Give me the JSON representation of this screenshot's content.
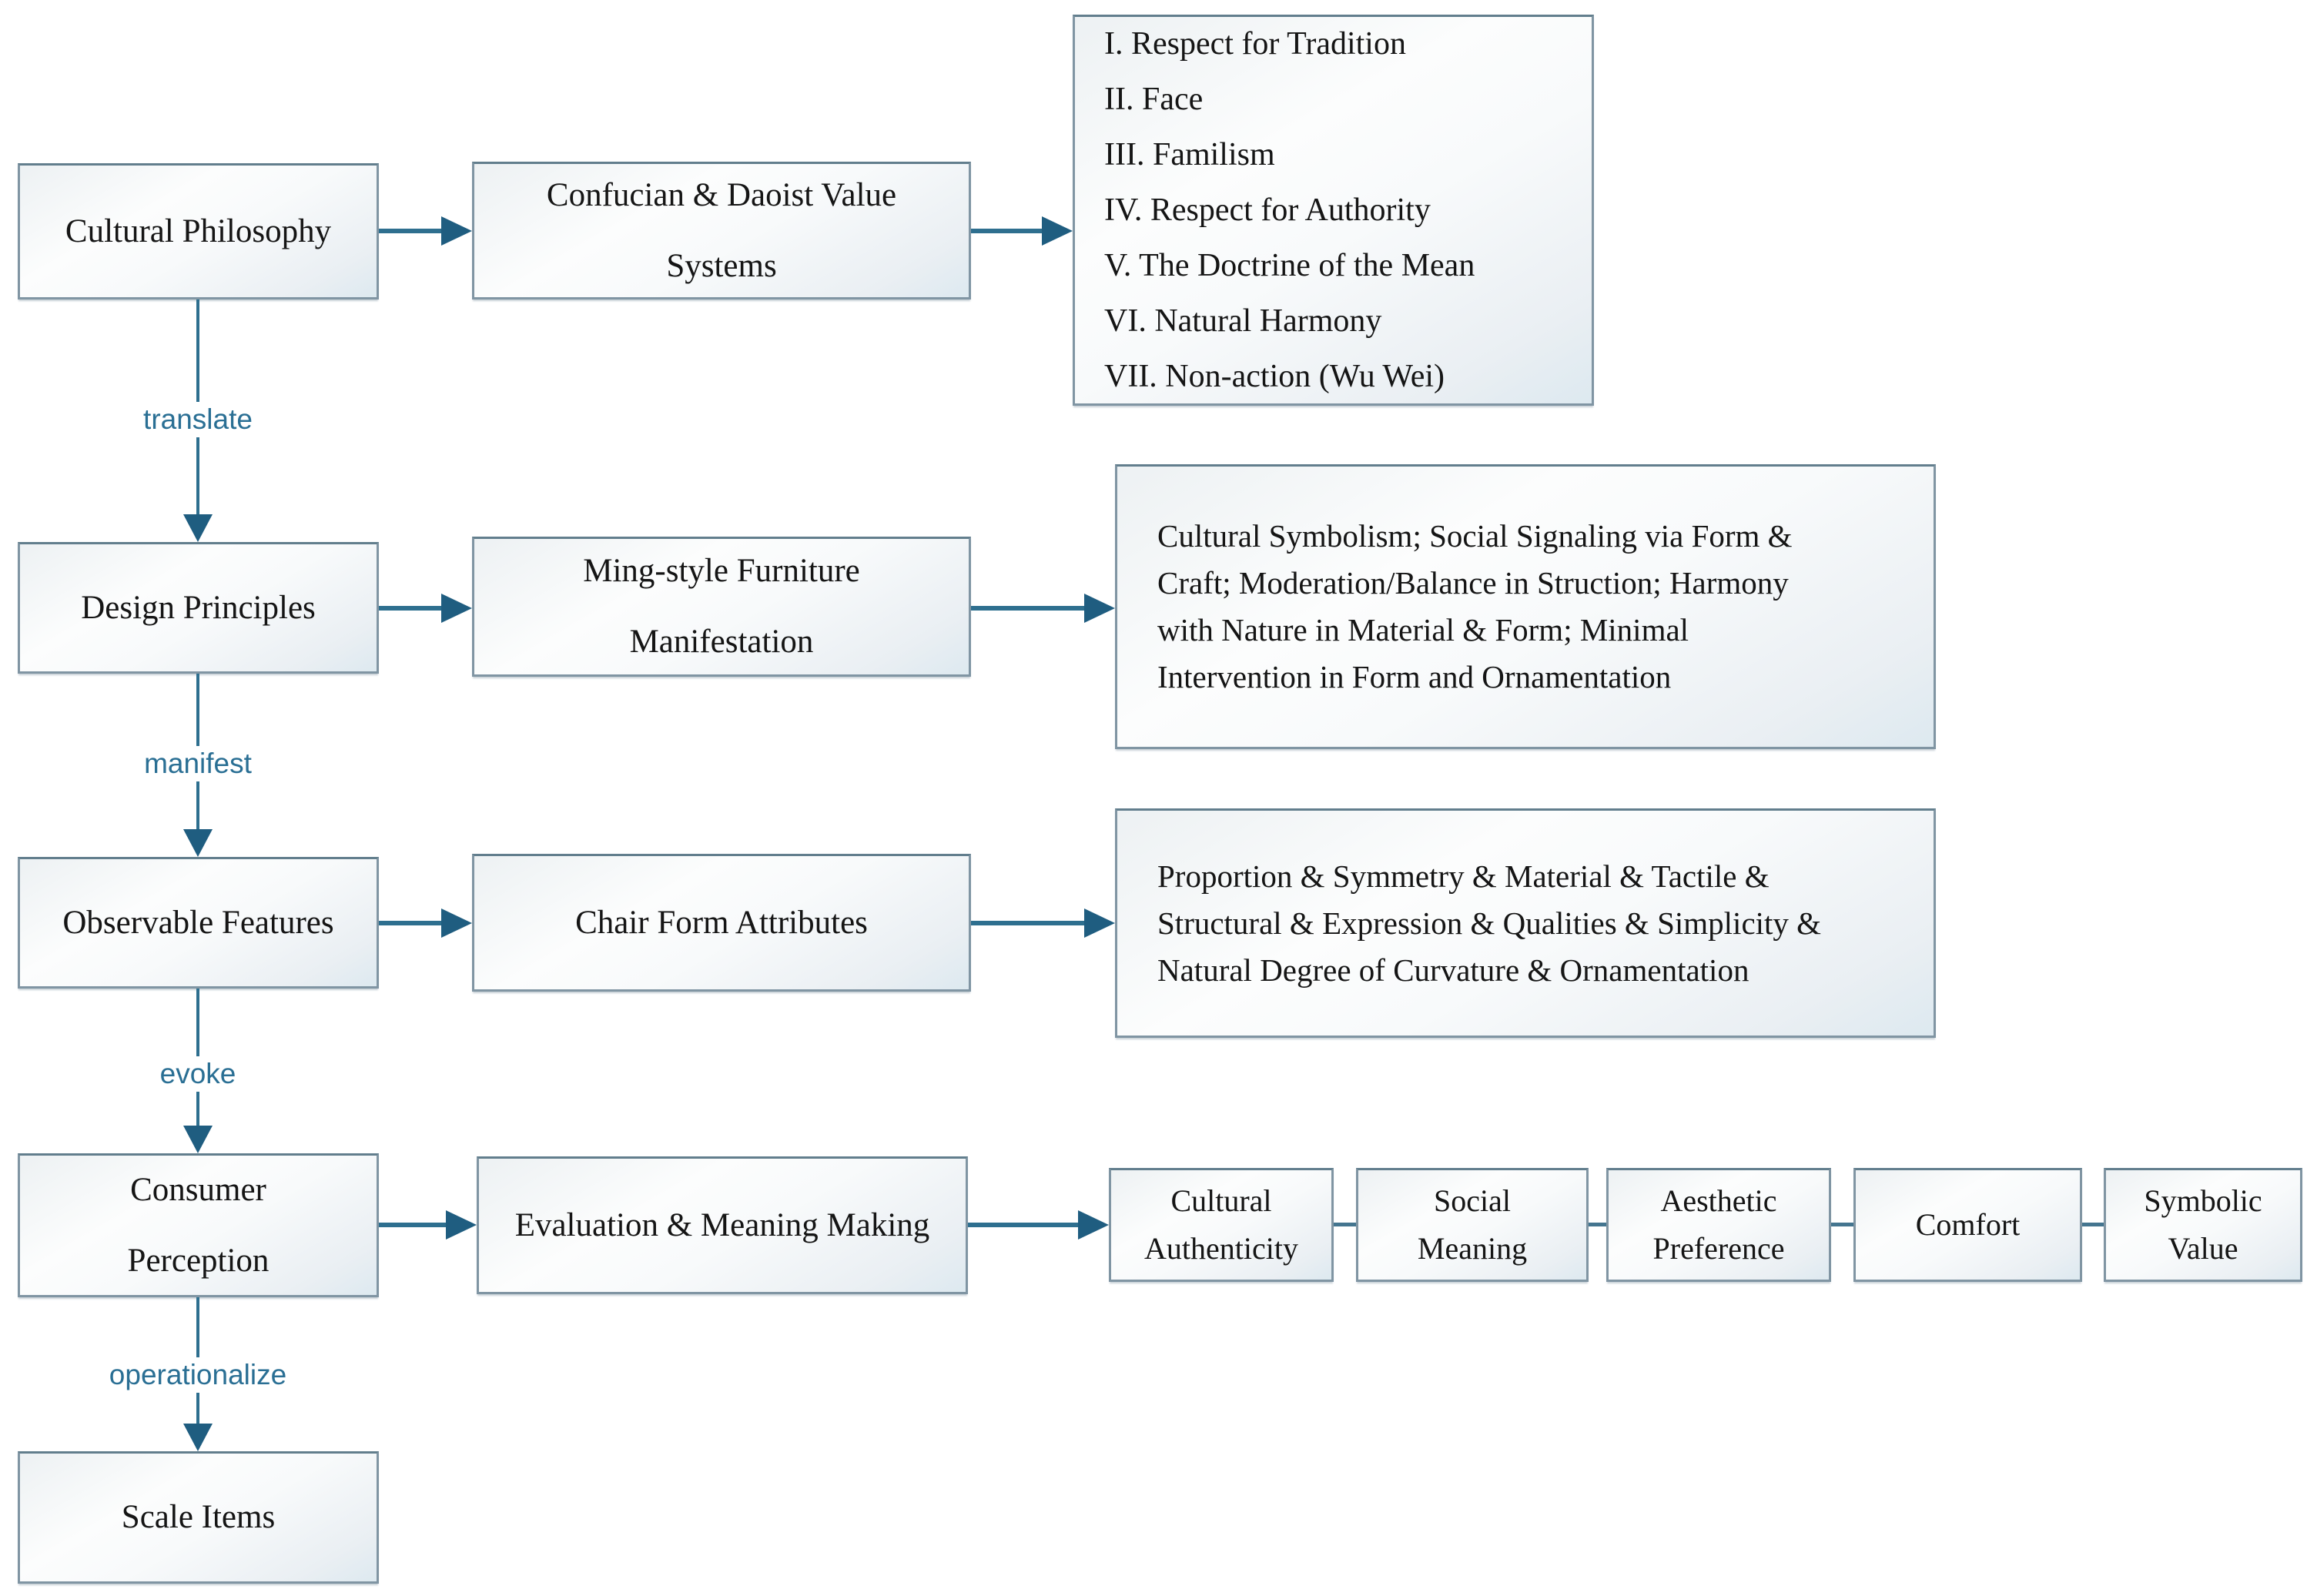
{
  "diagram": {
    "stages": [
      {
        "label": "Cultural Philosophy"
      },
      {
        "label": "Design Principles"
      },
      {
        "label": "Observable Features"
      },
      {
        "label": "Consumer\nPerception"
      },
      {
        "label": "Scale Items"
      }
    ],
    "links": [
      "translate",
      "manifest",
      "evoke",
      "operationalize"
    ],
    "mechanisms": [
      {
        "label": "Confucian & Daoist Value\nSystems"
      },
      {
        "label": "Ming-style Furniture\nManifestation"
      },
      {
        "label": "Chair Form Attributes"
      },
      {
        "label": "Evaluation & Meaning Making"
      }
    ],
    "values_list": {
      "items": [
        "I. Respect for Tradition",
        "II. Face",
        "III. Familism",
        "IV. Respect for Authority",
        "V. The Doctrine of the Mean",
        "VI. Natural Harmony",
        "VII. Non-action (Wu Wei)"
      ]
    },
    "details": {
      "design_principles": "Cultural Symbolism; Social Signaling via Form &\nCraft; Moderation/Balance in Struction; Harmony\nwith Nature in Material & Form; Minimal\nIntervention in Form and Ornamentation",
      "chair_attributes": "Proportion & Symmetry & Material & Tactile &\nStructural & Expression & Qualities & Simplicity &\nNatural Degree of Curvature & Ornamentation"
    },
    "outcomes": [
      {
        "label": "Cultural\nAuthenticity"
      },
      {
        "label": "Social\nMeaning"
      },
      {
        "label": "Aesthetic\nPreference"
      },
      {
        "label": "Comfort"
      },
      {
        "label": "Symbolic\nValue"
      }
    ],
    "colors": {
      "arrow": "#2e6f8f",
      "arrowhead": "#1f5d80",
      "box_border": "#8095a3",
      "flow_label": "#2a6f94",
      "text": "#151515"
    }
  }
}
